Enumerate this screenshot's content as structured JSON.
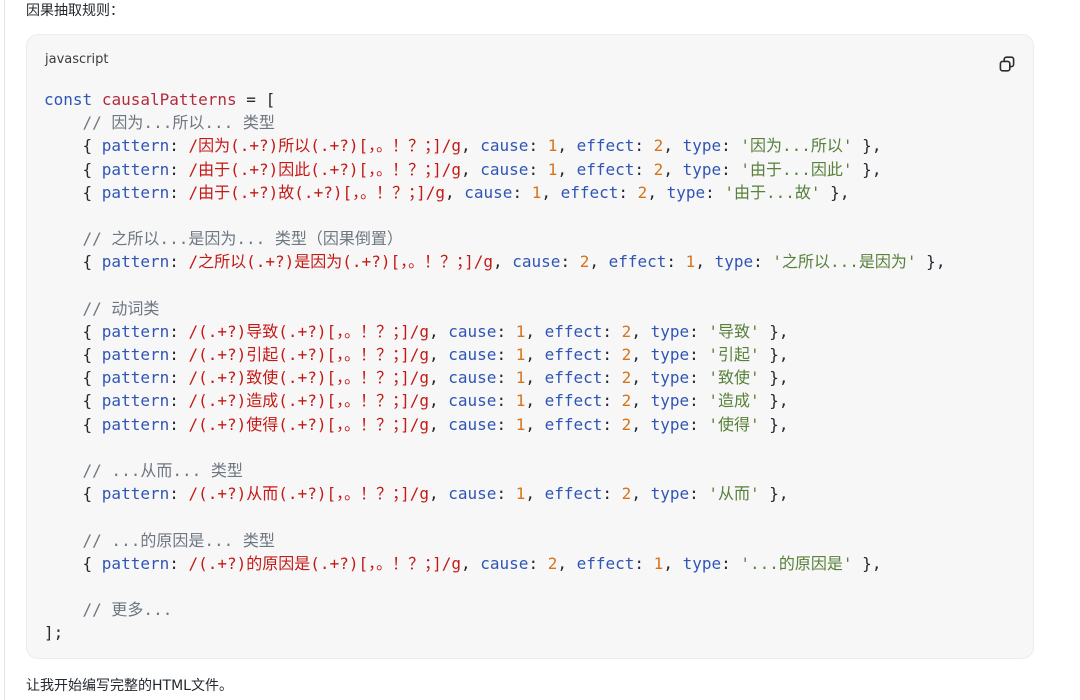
{
  "intro_text": "因果抽取规则：",
  "outro_text": "让我开始编写完整的HTML文件。",
  "code_block": {
    "language": "javascript",
    "copy_icon": "copy-icon",
    "colors": {
      "keyword": "#2f55b5",
      "variable": "#b42a3e",
      "property": "#2f55b5",
      "regex": "#c41a16",
      "number": "#d9731a",
      "string": "#58803a",
      "comment": "#6e7781",
      "background": "#f7f7f8"
    },
    "lines": [
      [
        {
          "t": "kw",
          "v": "const"
        },
        {
          "t": "punc",
          "v": " "
        },
        {
          "t": "var",
          "v": "causalPatterns"
        },
        {
          "t": "punc",
          "v": " = ["
        }
      ],
      [
        {
          "t": "cmt",
          "v": "    // 因为...所以... 类型"
        }
      ],
      [
        {
          "t": "punc",
          "v": "    { "
        },
        {
          "t": "prop",
          "v": "pattern"
        },
        {
          "t": "punc",
          "v": ": "
        },
        {
          "t": "rx",
          "v": "/因为(.+?)所以(.+?)[，。！？；]/g"
        },
        {
          "t": "punc",
          "v": ", "
        },
        {
          "t": "prop",
          "v": "cause"
        },
        {
          "t": "punc",
          "v": ": "
        },
        {
          "t": "num",
          "v": "1"
        },
        {
          "t": "punc",
          "v": ", "
        },
        {
          "t": "prop",
          "v": "effect"
        },
        {
          "t": "punc",
          "v": ": "
        },
        {
          "t": "num",
          "v": "2"
        },
        {
          "t": "punc",
          "v": ", "
        },
        {
          "t": "prop",
          "v": "type"
        },
        {
          "t": "punc",
          "v": ": "
        },
        {
          "t": "str",
          "v": "'因为...所以'"
        },
        {
          "t": "punc",
          "v": " },"
        }
      ],
      [
        {
          "t": "punc",
          "v": "    { "
        },
        {
          "t": "prop",
          "v": "pattern"
        },
        {
          "t": "punc",
          "v": ": "
        },
        {
          "t": "rx",
          "v": "/由于(.+?)因此(.+?)[，。！？；]/g"
        },
        {
          "t": "punc",
          "v": ", "
        },
        {
          "t": "prop",
          "v": "cause"
        },
        {
          "t": "punc",
          "v": ": "
        },
        {
          "t": "num",
          "v": "1"
        },
        {
          "t": "punc",
          "v": ", "
        },
        {
          "t": "prop",
          "v": "effect"
        },
        {
          "t": "punc",
          "v": ": "
        },
        {
          "t": "num",
          "v": "2"
        },
        {
          "t": "punc",
          "v": ", "
        },
        {
          "t": "prop",
          "v": "type"
        },
        {
          "t": "punc",
          "v": ": "
        },
        {
          "t": "str",
          "v": "'由于...因此'"
        },
        {
          "t": "punc",
          "v": " },"
        }
      ],
      [
        {
          "t": "punc",
          "v": "    { "
        },
        {
          "t": "prop",
          "v": "pattern"
        },
        {
          "t": "punc",
          "v": ": "
        },
        {
          "t": "rx",
          "v": "/由于(.+?)故(.+?)[，。！？；]/g"
        },
        {
          "t": "punc",
          "v": ", "
        },
        {
          "t": "prop",
          "v": "cause"
        },
        {
          "t": "punc",
          "v": ": "
        },
        {
          "t": "num",
          "v": "1"
        },
        {
          "t": "punc",
          "v": ", "
        },
        {
          "t": "prop",
          "v": "effect"
        },
        {
          "t": "punc",
          "v": ": "
        },
        {
          "t": "num",
          "v": "2"
        },
        {
          "t": "punc",
          "v": ", "
        },
        {
          "t": "prop",
          "v": "type"
        },
        {
          "t": "punc",
          "v": ": "
        },
        {
          "t": "str",
          "v": "'由于...故'"
        },
        {
          "t": "punc",
          "v": " },"
        }
      ],
      [],
      [
        {
          "t": "cmt",
          "v": "    // 之所以...是因为... 类型（因果倒置）"
        }
      ],
      [
        {
          "t": "punc",
          "v": "    { "
        },
        {
          "t": "prop",
          "v": "pattern"
        },
        {
          "t": "punc",
          "v": ": "
        },
        {
          "t": "rx",
          "v": "/之所以(.+?)是因为(.+?)[，。！？；]/g"
        },
        {
          "t": "punc",
          "v": ", "
        },
        {
          "t": "prop",
          "v": "cause"
        },
        {
          "t": "punc",
          "v": ": "
        },
        {
          "t": "num",
          "v": "2"
        },
        {
          "t": "punc",
          "v": ", "
        },
        {
          "t": "prop",
          "v": "effect"
        },
        {
          "t": "punc",
          "v": ": "
        },
        {
          "t": "num",
          "v": "1"
        },
        {
          "t": "punc",
          "v": ", "
        },
        {
          "t": "prop",
          "v": "type"
        },
        {
          "t": "punc",
          "v": ": "
        },
        {
          "t": "str",
          "v": "'之所以...是因为'"
        },
        {
          "t": "punc",
          "v": " },"
        }
      ],
      [],
      [
        {
          "t": "cmt",
          "v": "    // 动词类"
        }
      ],
      [
        {
          "t": "punc",
          "v": "    { "
        },
        {
          "t": "prop",
          "v": "pattern"
        },
        {
          "t": "punc",
          "v": ": "
        },
        {
          "t": "rx",
          "v": "/(.+?)导致(.+?)[，。！？；]/g"
        },
        {
          "t": "punc",
          "v": ", "
        },
        {
          "t": "prop",
          "v": "cause"
        },
        {
          "t": "punc",
          "v": ": "
        },
        {
          "t": "num",
          "v": "1"
        },
        {
          "t": "punc",
          "v": ", "
        },
        {
          "t": "prop",
          "v": "effect"
        },
        {
          "t": "punc",
          "v": ": "
        },
        {
          "t": "num",
          "v": "2"
        },
        {
          "t": "punc",
          "v": ", "
        },
        {
          "t": "prop",
          "v": "type"
        },
        {
          "t": "punc",
          "v": ": "
        },
        {
          "t": "str",
          "v": "'导致'"
        },
        {
          "t": "punc",
          "v": " },"
        }
      ],
      [
        {
          "t": "punc",
          "v": "    { "
        },
        {
          "t": "prop",
          "v": "pattern"
        },
        {
          "t": "punc",
          "v": ": "
        },
        {
          "t": "rx",
          "v": "/(.+?)引起(.+?)[，。！？；]/g"
        },
        {
          "t": "punc",
          "v": ", "
        },
        {
          "t": "prop",
          "v": "cause"
        },
        {
          "t": "punc",
          "v": ": "
        },
        {
          "t": "num",
          "v": "1"
        },
        {
          "t": "punc",
          "v": ", "
        },
        {
          "t": "prop",
          "v": "effect"
        },
        {
          "t": "punc",
          "v": ": "
        },
        {
          "t": "num",
          "v": "2"
        },
        {
          "t": "punc",
          "v": ", "
        },
        {
          "t": "prop",
          "v": "type"
        },
        {
          "t": "punc",
          "v": ": "
        },
        {
          "t": "str",
          "v": "'引起'"
        },
        {
          "t": "punc",
          "v": " },"
        }
      ],
      [
        {
          "t": "punc",
          "v": "    { "
        },
        {
          "t": "prop",
          "v": "pattern"
        },
        {
          "t": "punc",
          "v": ": "
        },
        {
          "t": "rx",
          "v": "/(.+?)致使(.+?)[，。！？；]/g"
        },
        {
          "t": "punc",
          "v": ", "
        },
        {
          "t": "prop",
          "v": "cause"
        },
        {
          "t": "punc",
          "v": ": "
        },
        {
          "t": "num",
          "v": "1"
        },
        {
          "t": "punc",
          "v": ", "
        },
        {
          "t": "prop",
          "v": "effect"
        },
        {
          "t": "punc",
          "v": ": "
        },
        {
          "t": "num",
          "v": "2"
        },
        {
          "t": "punc",
          "v": ", "
        },
        {
          "t": "prop",
          "v": "type"
        },
        {
          "t": "punc",
          "v": ": "
        },
        {
          "t": "str",
          "v": "'致使'"
        },
        {
          "t": "punc",
          "v": " },"
        }
      ],
      [
        {
          "t": "punc",
          "v": "    { "
        },
        {
          "t": "prop",
          "v": "pattern"
        },
        {
          "t": "punc",
          "v": ": "
        },
        {
          "t": "rx",
          "v": "/(.+?)造成(.+?)[，。！？；]/g"
        },
        {
          "t": "punc",
          "v": ", "
        },
        {
          "t": "prop",
          "v": "cause"
        },
        {
          "t": "punc",
          "v": ": "
        },
        {
          "t": "num",
          "v": "1"
        },
        {
          "t": "punc",
          "v": ", "
        },
        {
          "t": "prop",
          "v": "effect"
        },
        {
          "t": "punc",
          "v": ": "
        },
        {
          "t": "num",
          "v": "2"
        },
        {
          "t": "punc",
          "v": ", "
        },
        {
          "t": "prop",
          "v": "type"
        },
        {
          "t": "punc",
          "v": ": "
        },
        {
          "t": "str",
          "v": "'造成'"
        },
        {
          "t": "punc",
          "v": " },"
        }
      ],
      [
        {
          "t": "punc",
          "v": "    { "
        },
        {
          "t": "prop",
          "v": "pattern"
        },
        {
          "t": "punc",
          "v": ": "
        },
        {
          "t": "rx",
          "v": "/(.+?)使得(.+?)[，。！？；]/g"
        },
        {
          "t": "punc",
          "v": ", "
        },
        {
          "t": "prop",
          "v": "cause"
        },
        {
          "t": "punc",
          "v": ": "
        },
        {
          "t": "num",
          "v": "1"
        },
        {
          "t": "punc",
          "v": ", "
        },
        {
          "t": "prop",
          "v": "effect"
        },
        {
          "t": "punc",
          "v": ": "
        },
        {
          "t": "num",
          "v": "2"
        },
        {
          "t": "punc",
          "v": ", "
        },
        {
          "t": "prop",
          "v": "type"
        },
        {
          "t": "punc",
          "v": ": "
        },
        {
          "t": "str",
          "v": "'使得'"
        },
        {
          "t": "punc",
          "v": " },"
        }
      ],
      [],
      [
        {
          "t": "cmt",
          "v": "    // ...从而... 类型"
        }
      ],
      [
        {
          "t": "punc",
          "v": "    { "
        },
        {
          "t": "prop",
          "v": "pattern"
        },
        {
          "t": "punc",
          "v": ": "
        },
        {
          "t": "rx",
          "v": "/(.+?)从而(.+?)[，。！？；]/g"
        },
        {
          "t": "punc",
          "v": ", "
        },
        {
          "t": "prop",
          "v": "cause"
        },
        {
          "t": "punc",
          "v": ": "
        },
        {
          "t": "num",
          "v": "1"
        },
        {
          "t": "punc",
          "v": ", "
        },
        {
          "t": "prop",
          "v": "effect"
        },
        {
          "t": "punc",
          "v": ": "
        },
        {
          "t": "num",
          "v": "2"
        },
        {
          "t": "punc",
          "v": ", "
        },
        {
          "t": "prop",
          "v": "type"
        },
        {
          "t": "punc",
          "v": ": "
        },
        {
          "t": "str",
          "v": "'从而'"
        },
        {
          "t": "punc",
          "v": " },"
        }
      ],
      [],
      [
        {
          "t": "cmt",
          "v": "    // ...的原因是... 类型"
        }
      ],
      [
        {
          "t": "punc",
          "v": "    { "
        },
        {
          "t": "prop",
          "v": "pattern"
        },
        {
          "t": "punc",
          "v": ": "
        },
        {
          "t": "rx",
          "v": "/(.+?)的原因是(.+?)[，。！？；]/g"
        },
        {
          "t": "punc",
          "v": ", "
        },
        {
          "t": "prop",
          "v": "cause"
        },
        {
          "t": "punc",
          "v": ": "
        },
        {
          "t": "num",
          "v": "2"
        },
        {
          "t": "punc",
          "v": ", "
        },
        {
          "t": "prop",
          "v": "effect"
        },
        {
          "t": "punc",
          "v": ": "
        },
        {
          "t": "num",
          "v": "1"
        },
        {
          "t": "punc",
          "v": ", "
        },
        {
          "t": "prop",
          "v": "type"
        },
        {
          "t": "punc",
          "v": ": "
        },
        {
          "t": "str",
          "v": "'...的原因是'"
        },
        {
          "t": "punc",
          "v": " },"
        }
      ],
      [],
      [
        {
          "t": "cmt",
          "v": "    // 更多..."
        }
      ],
      [
        {
          "t": "punc",
          "v": "];"
        }
      ]
    ]
  }
}
